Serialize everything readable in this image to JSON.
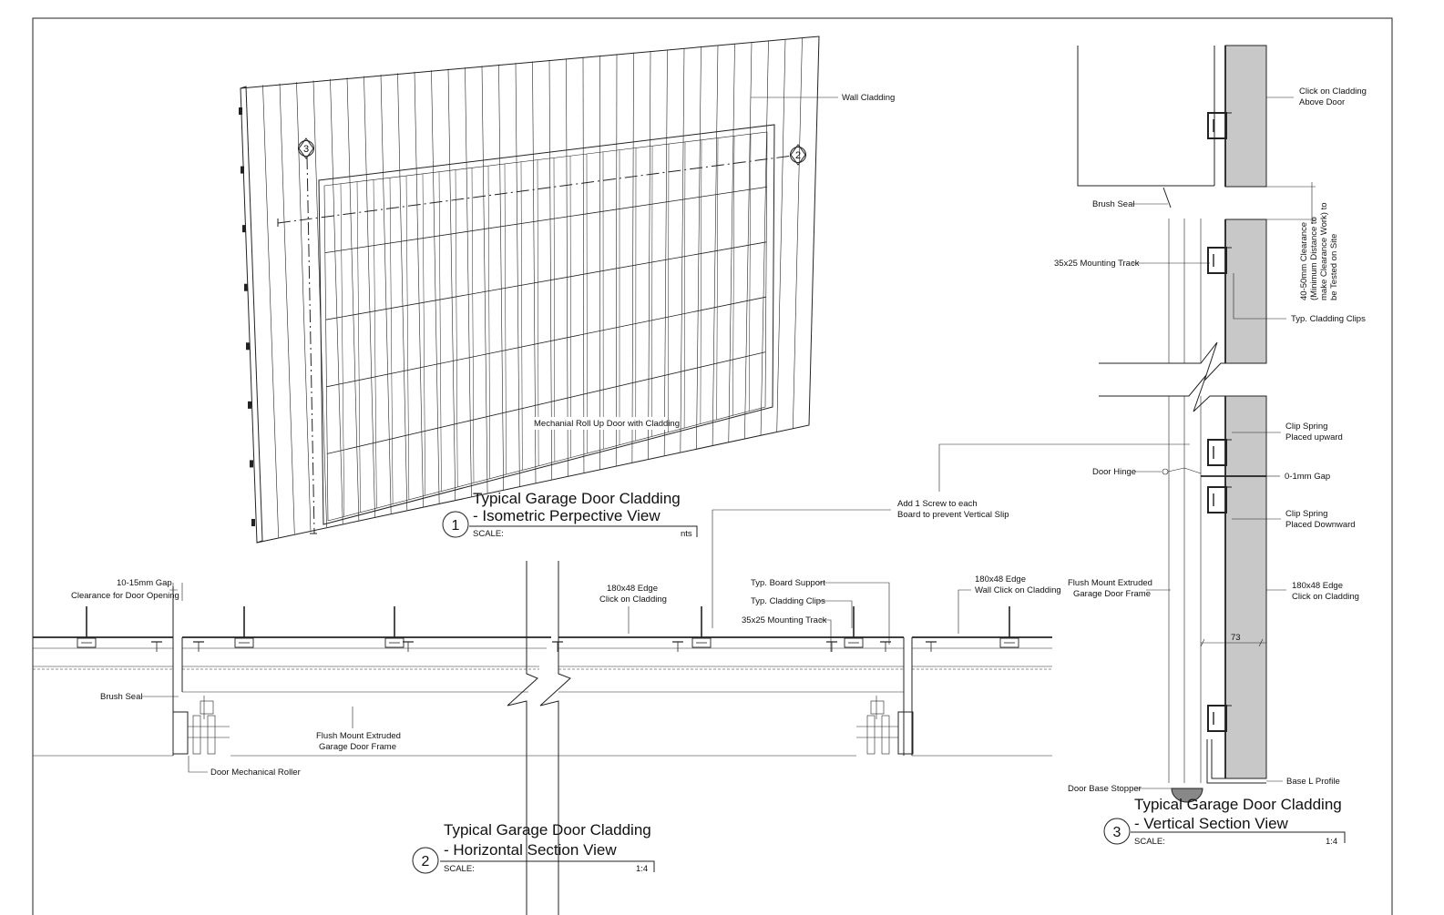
{
  "views": {
    "iso": {
      "number": "1",
      "title_line1": "Typical Garage Door Cladding",
      "title_line2": "- Isometric Perpective View",
      "scale_label": "SCALE:",
      "scale_value": "nts",
      "labels": {
        "wall_cladding": "Wall Cladding",
        "door": "Mechanial Roll Up Door with Cladding"
      },
      "markers": {
        "section2": "2",
        "section3": "3"
      }
    },
    "horizontal": {
      "number": "2",
      "title_line1": "Typical Garage Door Cladding",
      "title_line2": "- Horizontal Section View",
      "scale_label": "SCALE:",
      "scale_value": "1:4",
      "labels": {
        "gap_line1": "10-15mm Gap",
        "gap_line2": "Clearance for Door Opening",
        "brush_seal": "Brush Seal",
        "frame_line1": "Flush Mount Extruded",
        "frame_line2": "Garage Door Frame",
        "roller": "Door Mechanical Roller",
        "edge_click_line1": "180x48 Edge",
        "edge_click_line2": "Click on Cladding",
        "board_support": "Typ. Board Support",
        "cladding_clips": "Typ. Cladding Clips",
        "mounting_track": "35x25 Mounting Track",
        "wall_click_line1": "180x48 Edge",
        "wall_click_line2": "Wall Click on Cladding",
        "screw_line1": "Add 1 Screw to each",
        "screw_line2": "Board to prevent Vertical Slip"
      }
    },
    "vertical": {
      "number": "3",
      "title_line1": "Typical Garage Door Cladding",
      "title_line2": "- Vertical Section View",
      "scale_label": "SCALE:",
      "scale_value": "1:4",
      "labels": {
        "above_line1": "Click on Cladding",
        "above_line2": "Above Door",
        "brush_seal": "Brush Seal",
        "mounting_track": "35x25 Mounting Track",
        "clearance_line1": "40-50mm Clearance",
        "clearance_line2": "(Minimum Distance to",
        "clearance_line3": "make Clearance Work) to",
        "clearance_line4": "be Tested on Site",
        "clips": "Typ. Cladding Clips",
        "spring_up_line1": "Clip Spring",
        "spring_up_line2": "Placed upward",
        "hinge": "Door Hinge",
        "gap": "0-1mm Gap",
        "spring_down_line1": "Clip Spring",
        "spring_down_line2": "Placed Downward",
        "frame_line1": "Flush Mount Extruded",
        "frame_line2": "Garage Door Frame",
        "edge_line1": "180x48 Edge",
        "edge_line2": "Click on Cladding",
        "dim": "73",
        "stopper": "Door Base Stopper",
        "base_profile": "Base L Profile"
      }
    }
  }
}
